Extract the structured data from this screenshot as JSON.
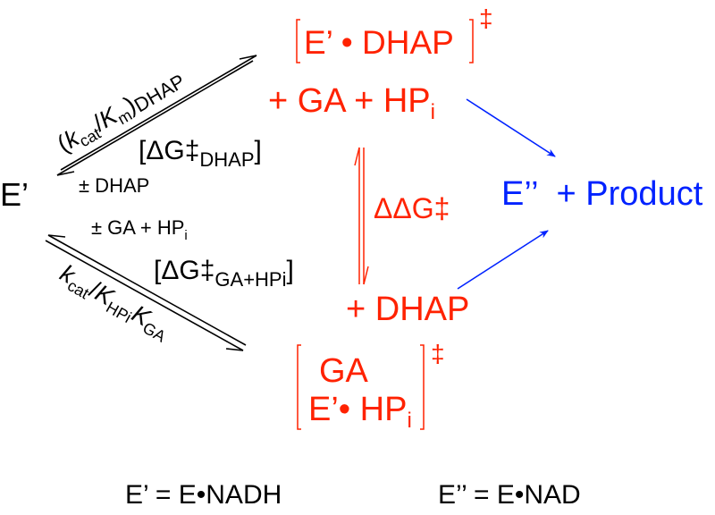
{
  "colors": {
    "black": "#000000",
    "red": "#ff2200",
    "blue": "#0022ff"
  },
  "enzyme": "E’",
  "upper_ts": {
    "content": "E’ • DHAP",
    "dagger": "‡"
  },
  "upper_products": {
    "plus1": "+ GA + HP",
    "sub": "i"
  },
  "lower_products": "+ DHAP",
  "lower_ts": {
    "line1": "GA",
    "line2": "E’• HP",
    "sub": "i",
    "dagger": "‡"
  },
  "ddg": "ΔΔG‡",
  "product": {
    "enzyme": "E’’",
    "text": "+ Product"
  },
  "upper_rate": {
    "open": "(",
    "k": "k",
    "cat": "cat",
    "slash": "/",
    "K": "K",
    "m": "m",
    "close": ")",
    "sub": "DHAP"
  },
  "upper_dg": {
    "main": "[ΔG‡",
    "sub": "DHAP",
    "close": "]"
  },
  "pm_dhap": "± DHAP",
  "pm_ga": {
    "main": "± GA + HP",
    "sub": "i"
  },
  "lower_dg": {
    "main": "[ΔG‡",
    "sub": "GA+HPi",
    "close": "]"
  },
  "lower_rate": {
    "k": "k",
    "cat": "cat",
    "slash": "/",
    "K1": "K",
    "sub1": "HPi",
    "K2": "K",
    "sub2": "GA"
  },
  "legend": {
    "e_prime": "E’ = E•NADH",
    "e_double": "E’’ = E•NAD"
  }
}
